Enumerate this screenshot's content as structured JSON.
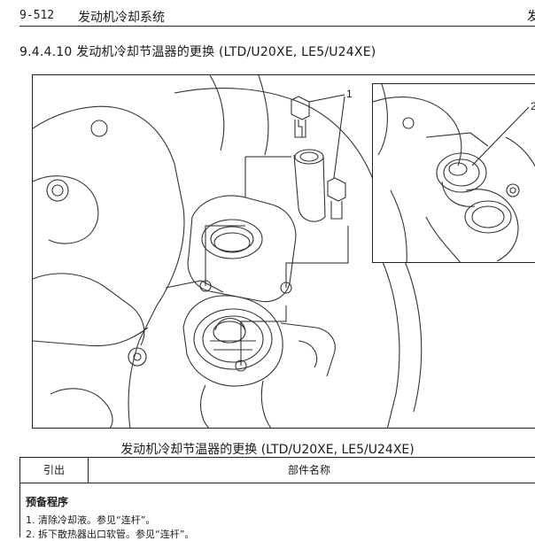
{
  "header": {
    "page_number": "9-512",
    "chapter_title": "发动机冷却系统",
    "edge_mark": "发"
  },
  "section": {
    "title": "9.4.4.10 发动机冷却节温器的更换 (LTD/U20XE, LE5/U24XE)"
  },
  "figure": {
    "callouts": [
      "1",
      "2"
    ],
    "caption": "发动机冷却节温器的更换 (LTD/U20XE, LE5/U24XE)"
  },
  "table": {
    "headers": [
      "引出",
      "部件名称"
    ],
    "prep_title": "预备程序",
    "steps": [
      "1. 清除冷却液。参见“连杆”。",
      "2. 拆下散热器出口软管。参见“连杆”。"
    ]
  }
}
